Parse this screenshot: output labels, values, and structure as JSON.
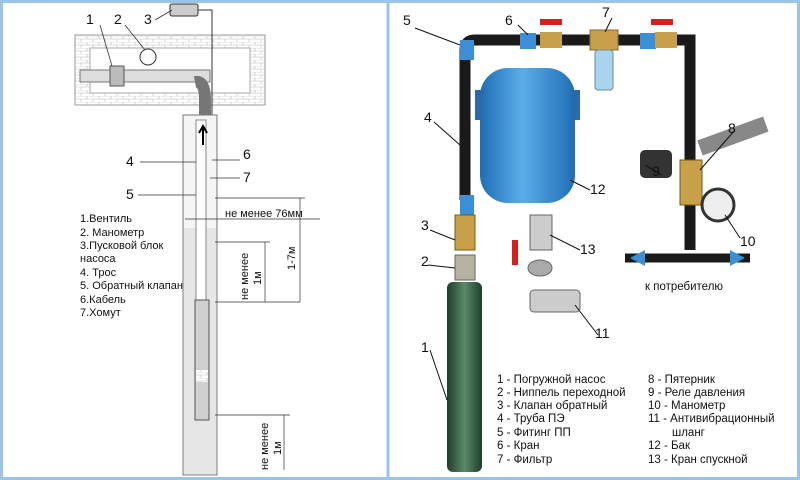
{
  "left": {
    "callouts": [
      "1",
      "2",
      "3",
      "4",
      "5",
      "6",
      "7"
    ],
    "legend": [
      "1.Вентиль",
      "2. Манометр",
      "3.Пусковой блок",
      "насоса",
      "4. Трос",
      "5. Обратный клапан",
      "6.Кабель",
      "7.Хомут"
    ],
    "dims": {
      "diameter": "не менее 76мм",
      "above_pump": "не менее",
      "above_pump2": "1м",
      "depth": "1-7м",
      "bottom": "не менее",
      "bottom2": "1м"
    }
  },
  "right": {
    "callouts": [
      "1",
      "2",
      "3",
      "4",
      "5",
      "6",
      "7",
      "8",
      "9",
      "10",
      "11",
      "12",
      "13"
    ],
    "consumer": "к потребителю",
    "legend_left": [
      "1 - Погружной насос",
      "2 - Ниппель переходной",
      "3 - Клапан обратный",
      "4 - Труба ПЭ",
      "5 - Фитинг ПП",
      "6 - Кран",
      "7 - Фильтр"
    ],
    "legend_right": [
      "8 - Пятерник",
      "9 - Реле давления",
      "10 - Манометр",
      "11 - Антивибрационный",
      "шланг",
      "12 - Бак",
      "13 - Кран спускной"
    ],
    "colors": {
      "tank": "#3a8fd6",
      "pipe": "#1a1a1a",
      "brass": "#c9a04a",
      "valve": "#d62020",
      "pump": "#3d6b4a",
      "arrow": "#3a8fd6"
    }
  }
}
